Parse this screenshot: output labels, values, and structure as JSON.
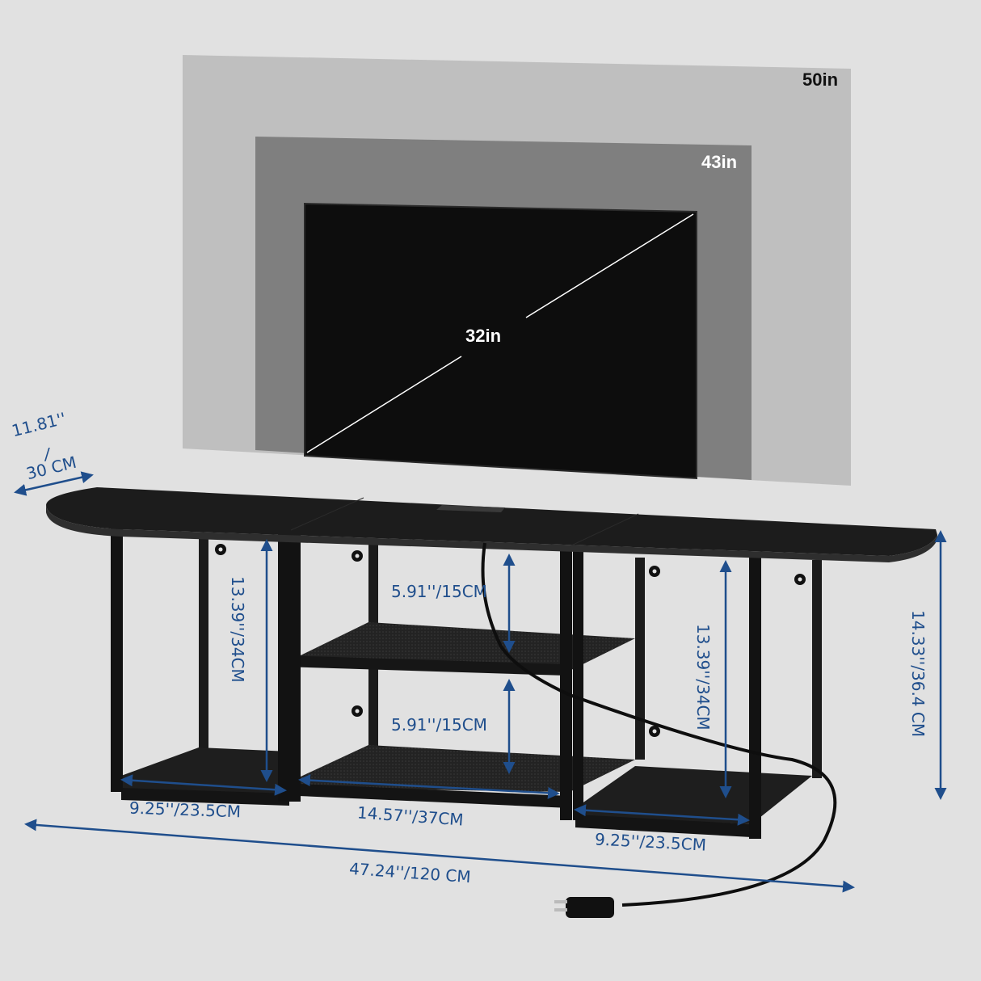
{
  "colors": {
    "background": "#e1e1e1",
    "panel_50in": "#bfbfbf",
    "panel_43in": "#7f7f7f",
    "tv_screen": "#0d0d0d",
    "stand": "#1a1a1a",
    "dimension": "#1f4e8c"
  },
  "tv_sizes": {
    "large": "50in",
    "medium": "43in",
    "small": "32in"
  },
  "dimensions": {
    "depth_in": "11.81''",
    "depth_sep": "/",
    "depth_cm": "30 CM",
    "shelf_gap_upper": "5.91''/15CM",
    "shelf_gap_lower": "5.91''/15CM",
    "left_cube_height": "13.39''/34CM",
    "right_cube_height": "13.39''/34CM",
    "total_height": "14.33''/36.4 CM",
    "left_cube_width": "9.25''/23.5CM",
    "center_width": "14.57''/37CM",
    "right_cube_width": "9.25''/23.5CM",
    "total_width": "47.24''/120 CM"
  }
}
